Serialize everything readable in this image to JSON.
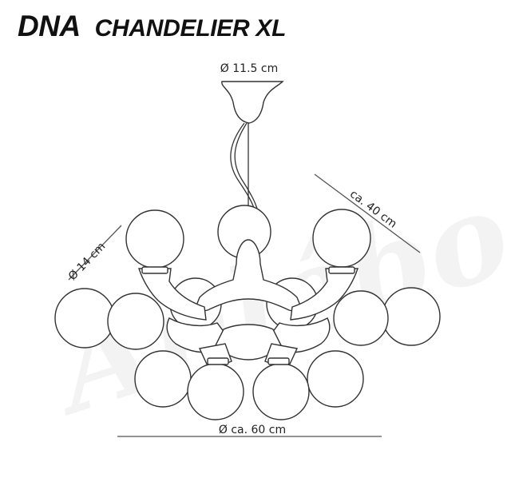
{
  "title": {
    "main": "DNA",
    "sub": "CHANDELIER XL"
  },
  "dimensions": {
    "canopy_diameter": "Ø 11.5 cm",
    "globe_diameter": "Ø 14 cm",
    "drop_length": "ca. 40 cm",
    "overall_diameter": "Ø ca. 60 cm"
  },
  "watermark": "Anlébo"
}
